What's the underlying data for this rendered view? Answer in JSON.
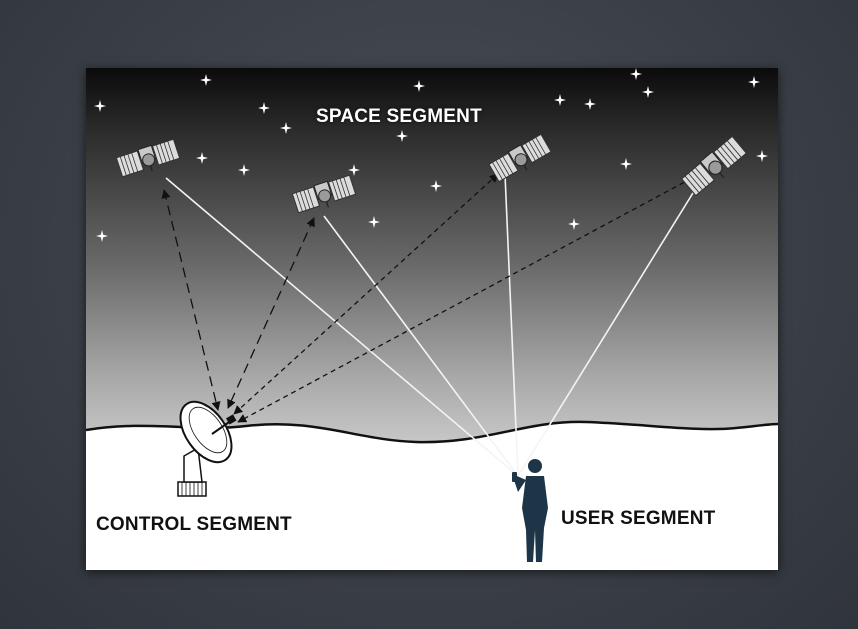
{
  "labels": {
    "space": "SPACE SEGMENT",
    "control": "CONTROL SEGMENT",
    "user": "USER SEGMENT"
  },
  "colors": {
    "frame_background": "#3e434c",
    "sky_top": "#0b0b0b",
    "ground": "#ffffff",
    "user_figure": "#1d3547"
  },
  "icons": [
    "satellite-icon",
    "dish-antenna-icon",
    "person-icon",
    "star-icon"
  ]
}
